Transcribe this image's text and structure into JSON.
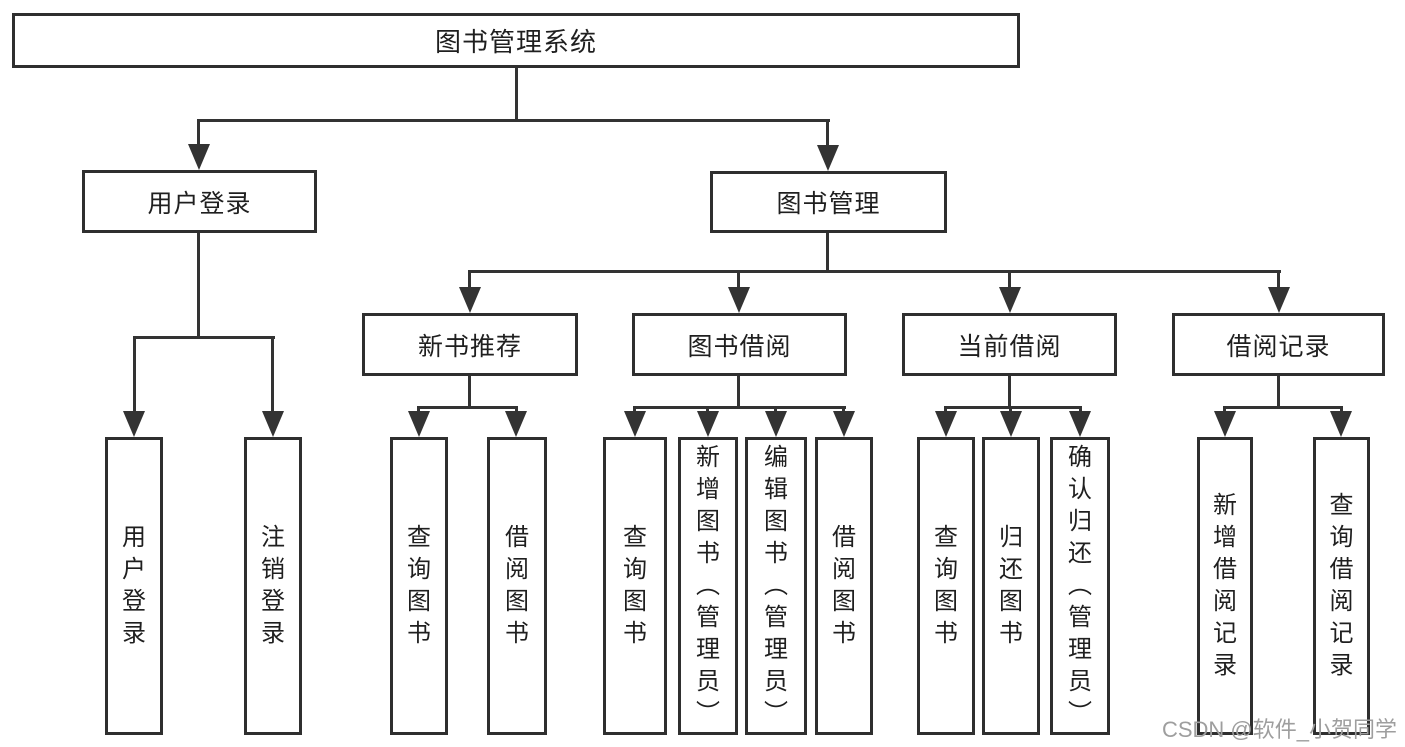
{
  "diagram": {
    "title": "图书管理系统",
    "level2": [
      {
        "label": "用户登录"
      },
      {
        "label": "图书管理"
      }
    ],
    "level3": [
      {
        "label": "新书推荐"
      },
      {
        "label": "图书借阅"
      },
      {
        "label": "当前借阅"
      },
      {
        "label": "借阅记录"
      }
    ],
    "leaves": {
      "user_login": [
        {
          "label": "用户登录"
        },
        {
          "label": "注销登录"
        }
      ],
      "new_books": [
        {
          "label": "查询图书"
        },
        {
          "label": "借阅图书"
        }
      ],
      "book_borrow": [
        {
          "label": "查询图书"
        },
        {
          "label": "新增图书（管理员）"
        },
        {
          "label": "编辑图书（管理员）"
        },
        {
          "label": "借阅图书"
        }
      ],
      "current_borrow": [
        {
          "label": "查询图书"
        },
        {
          "label": "归还图书"
        },
        {
          "label": "确认归还（管理员）"
        }
      ],
      "borrow_records": [
        {
          "label": "新增借阅记录"
        },
        {
          "label": "查询借阅记录"
        }
      ]
    }
  },
  "watermark": "CSDN @软件_小贺同学",
  "colors": {
    "line": "#333333",
    "box_border": "#2f2f2f",
    "text": "#1f1f1f",
    "watermark": "#9e9e9e",
    "background": "#ffffff"
  }
}
